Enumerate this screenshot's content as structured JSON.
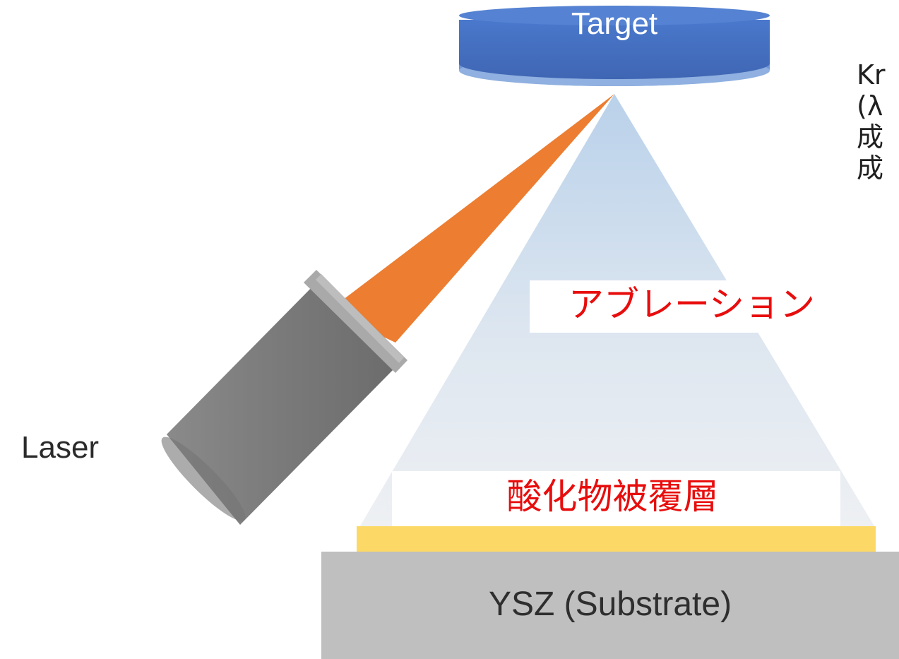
{
  "diagram": {
    "target_label": "Target",
    "laser_label": "Laser",
    "ablation_label": "アブレーション",
    "coating_layer_label": "酸化物被覆層",
    "substrate_label": "YSZ (Substrate)",
    "side_text_lines": [
      "Kr",
      "(λ",
      "成",
      "成"
    ]
  },
  "colors": {
    "target": "#4a74c2",
    "target_rim": "#8fb0e0",
    "laser_beam": "#ec7d31",
    "laser_body": "#7f7f7f",
    "plume_top": "#b9d1ea",
    "plume_bottom": "#eef0f3",
    "coating": "#fcd966",
    "substrate": "#bfbfbf",
    "highlight_text": "#e80d0d"
  }
}
